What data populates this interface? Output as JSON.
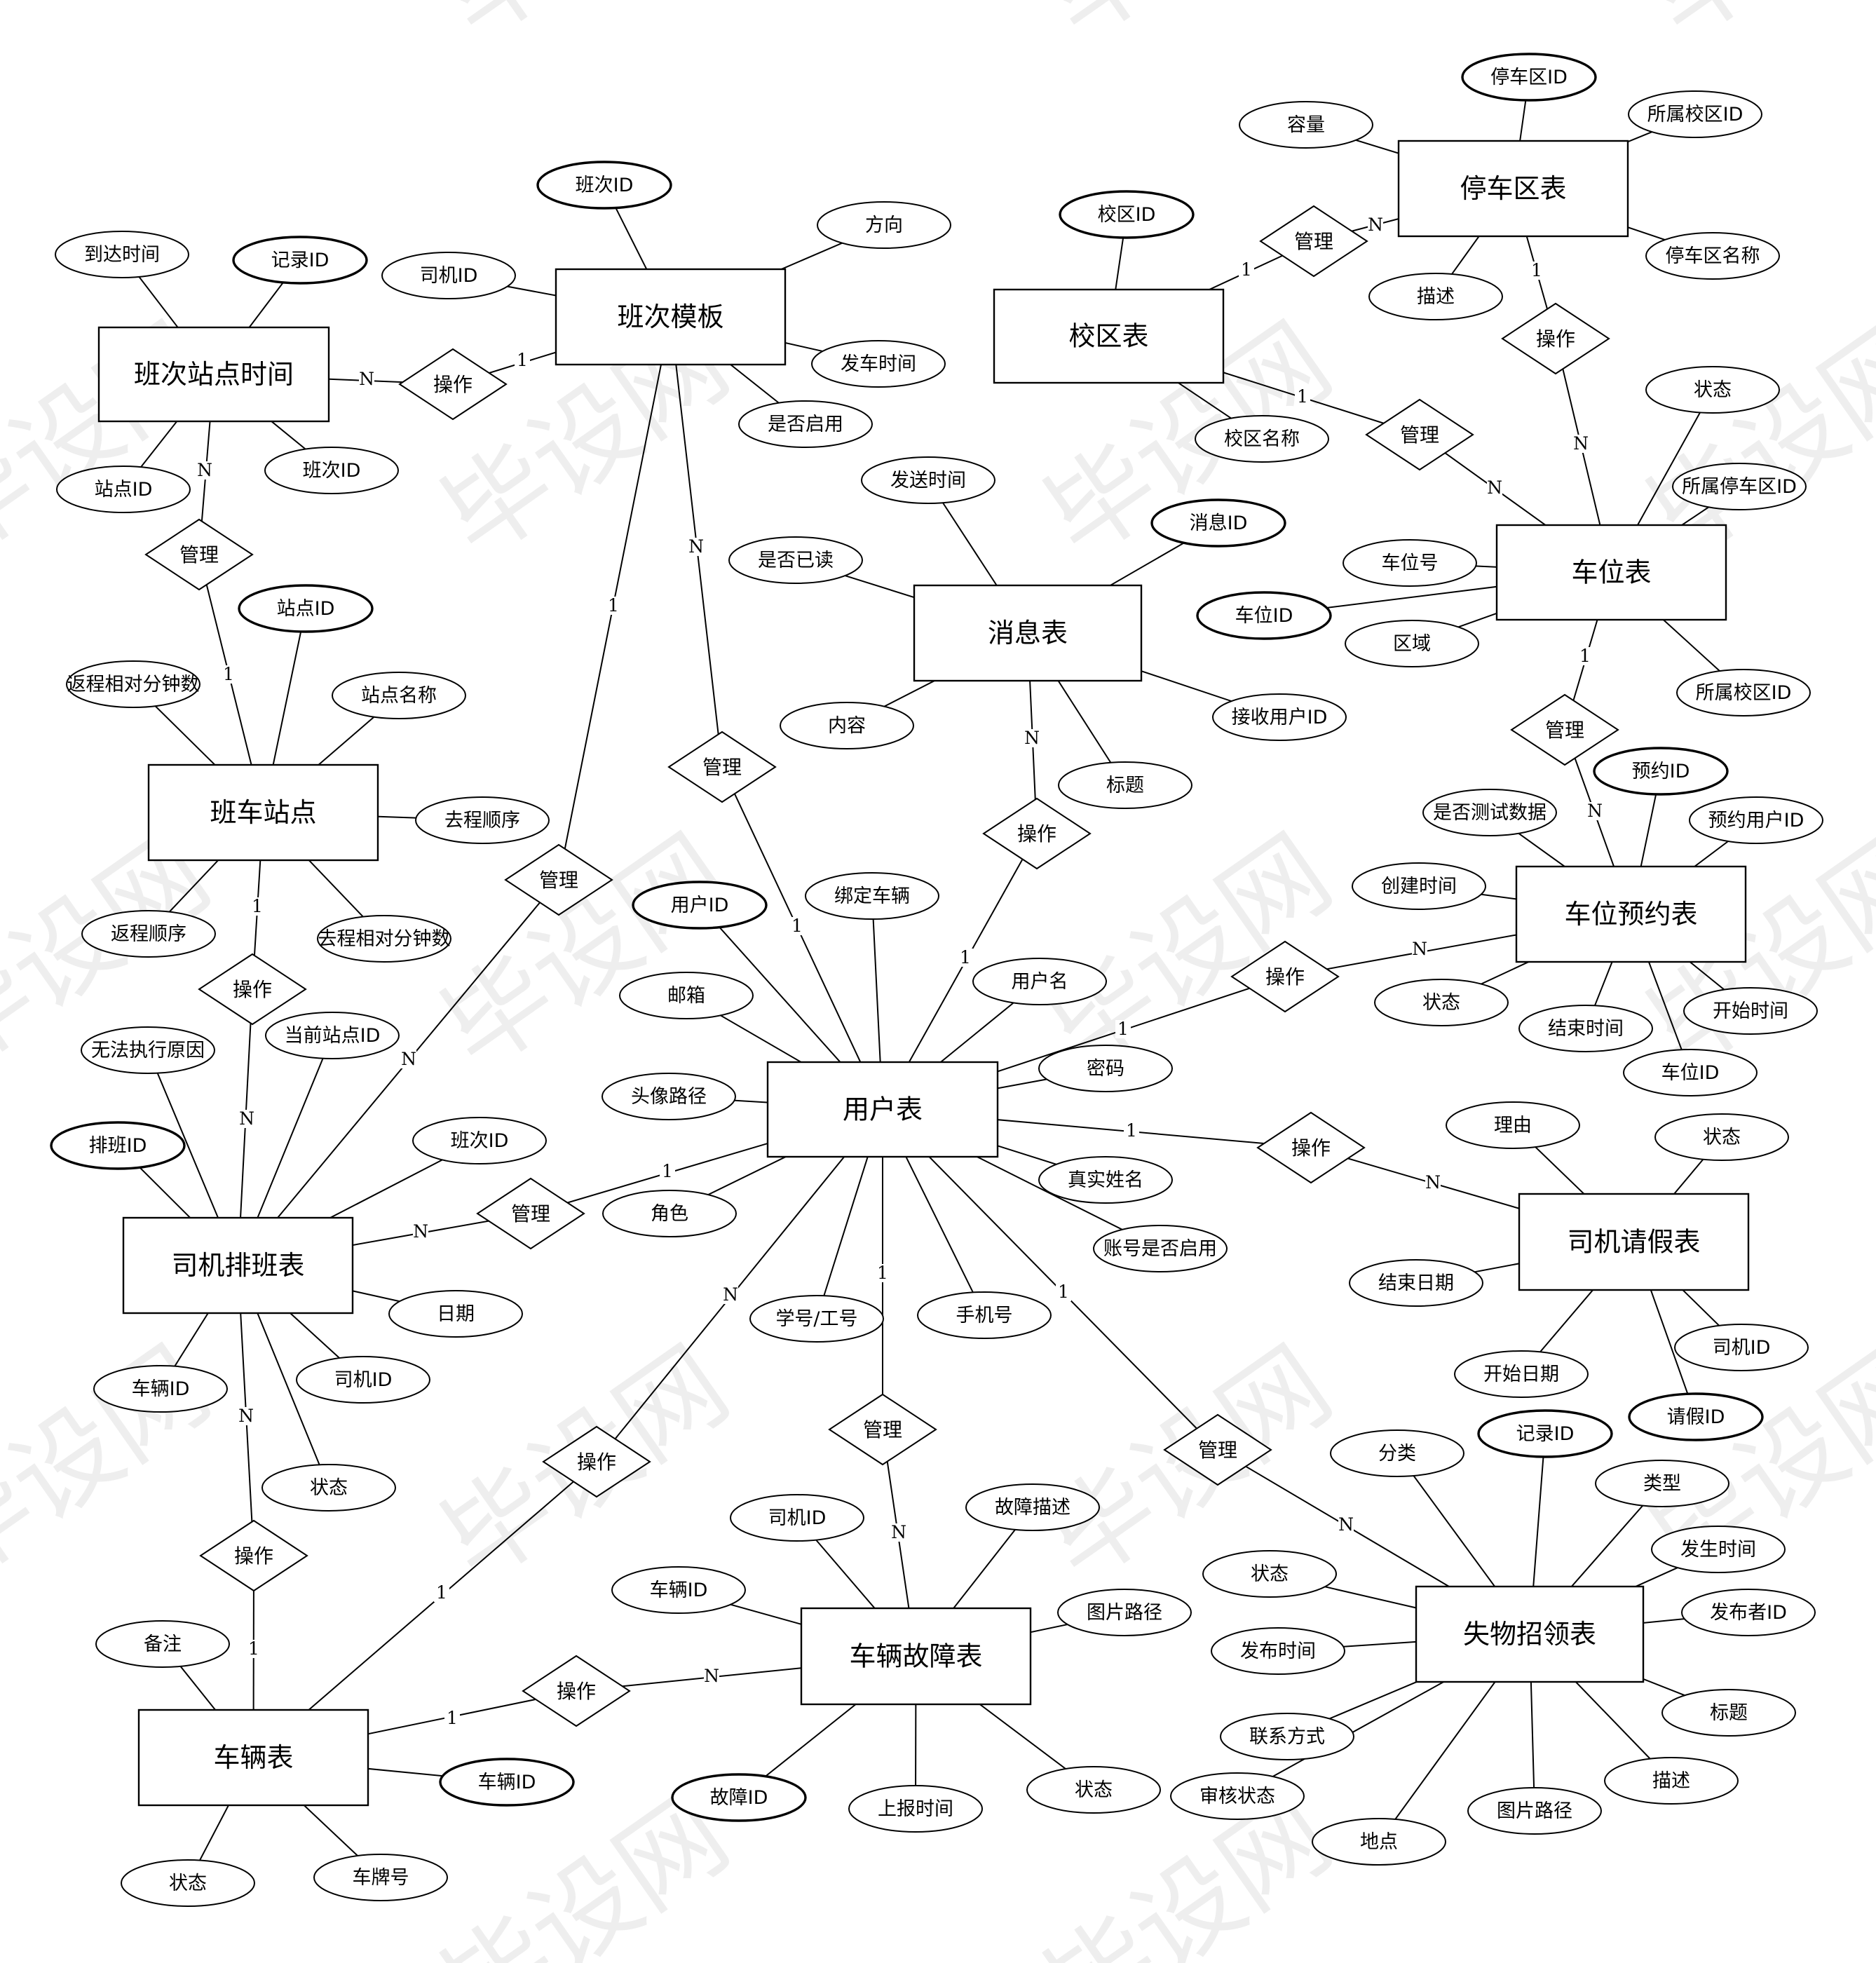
{
  "watermark": {
    "text": "毕设网"
  },
  "entities": [
    {
      "id": "campus",
      "label": "校区表"
    },
    {
      "id": "parking_area",
      "label": "停车区表"
    },
    {
      "id": "spot",
      "label": "车位表"
    },
    {
      "id": "reservation",
      "label": "车位预约表"
    },
    {
      "id": "leave",
      "label": "司机请假表"
    },
    {
      "id": "lostfound",
      "label": "失物招领表"
    },
    {
      "id": "fault",
      "label": "车辆故障表"
    },
    {
      "id": "vehicle",
      "label": "车辆表"
    },
    {
      "id": "schedule",
      "label": "司机排班表"
    },
    {
      "id": "station",
      "label": "班车站点"
    },
    {
      "id": "trip_time",
      "label": "班次站点时间"
    },
    {
      "id": "template",
      "label": "班次模板"
    },
    {
      "id": "message",
      "label": "消息表"
    },
    {
      "id": "user",
      "label": "用户表"
    }
  ],
  "attributes": [
    {
      "id": "a_trip_tid",
      "label": "班次ID",
      "pk": true
    },
    {
      "id": "a_trip_dir",
      "label": "方向",
      "pk": false
    },
    {
      "id": "a_trip_driver",
      "label": "司机ID",
      "pk": false
    },
    {
      "id": "a_trip_depart",
      "label": "发车时间",
      "pk": false
    },
    {
      "id": "a_trip_enabled",
      "label": "是否启用",
      "pk": false
    },
    {
      "id": "a_tt_arrive",
      "label": "到达时间",
      "pk": false
    },
    {
      "id": "a_tt_rid",
      "label": "记录ID",
      "pk": true
    },
    {
      "id": "a_tt_station",
      "label": "站点ID",
      "pk": false
    },
    {
      "id": "a_tt_trip",
      "label": "班次ID",
      "pk": false
    },
    {
      "id": "a_st_id",
      "label": "站点ID",
      "pk": true
    },
    {
      "id": "a_st_ret_min",
      "label": "返程相对分钟数",
      "pk": false
    },
    {
      "id": "a_st_name",
      "label": "站点名称",
      "pk": false
    },
    {
      "id": "a_st_go_order",
      "label": "去程顺序",
      "pk": false
    },
    {
      "id": "a_st_ret_order",
      "label": "返程顺序",
      "pk": false
    },
    {
      "id": "a_st_go_min",
      "label": "去程相对分钟数",
      "pk": false
    },
    {
      "id": "a_sc_reason",
      "label": "无法执行原因",
      "pk": false
    },
    {
      "id": "a_sc_cur_station",
      "label": "当前站点ID",
      "pk": false
    },
    {
      "id": "a_sc_id",
      "label": "排班ID",
      "pk": true
    },
    {
      "id": "a_sc_trip",
      "label": "班次ID",
      "pk": false
    },
    {
      "id": "a_sc_date",
      "label": "日期",
      "pk": false
    },
    {
      "id": "a_sc_vehicle",
      "label": "车辆ID",
      "pk": false
    },
    {
      "id": "a_sc_driver",
      "label": "司机ID",
      "pk": false
    },
    {
      "id": "a_sc_status",
      "label": "状态",
      "pk": false
    },
    {
      "id": "a_v_note",
      "label": "备注",
      "pk": false
    },
    {
      "id": "a_v_id",
      "label": "车辆ID",
      "pk": true
    },
    {
      "id": "a_v_status",
      "label": "状态",
      "pk": false
    },
    {
      "id": "a_v_plate",
      "label": "车牌号",
      "pk": false
    },
    {
      "id": "a_f_driver",
      "label": "司机ID",
      "pk": false
    },
    {
      "id": "a_f_desc",
      "label": "故障描述",
      "pk": false
    },
    {
      "id": "a_f_vehicle",
      "label": "车辆ID",
      "pk": false
    },
    {
      "id": "a_f_img",
      "label": "图片路径",
      "pk": false
    },
    {
      "id": "a_f_id",
      "label": "故障ID",
      "pk": true
    },
    {
      "id": "a_f_time",
      "label": "上报时间",
      "pk": false
    },
    {
      "id": "a_f_status",
      "label": "状态",
      "pk": false
    },
    {
      "id": "a_u_id",
      "label": "用户ID",
      "pk": true
    },
    {
      "id": "a_u_bind",
      "label": "绑定车辆",
      "pk": false
    },
    {
      "id": "a_u_email",
      "label": "邮箱",
      "pk": false
    },
    {
      "id": "a_u_name",
      "label": "用户名",
      "pk": false
    },
    {
      "id": "a_u_avatar",
      "label": "头像路径",
      "pk": false
    },
    {
      "id": "a_u_pwd",
      "label": "密码",
      "pk": false
    },
    {
      "id": "a_u_realname",
      "label": "真实姓名",
      "pk": false
    },
    {
      "id": "a_u_role",
      "label": "角色",
      "pk": false
    },
    {
      "id": "a_u_enabled",
      "label": "账号是否启用",
      "pk": false
    },
    {
      "id": "a_u_sno",
      "label": "学号/工号",
      "pk": false
    },
    {
      "id": "a_u_phone",
      "label": "手机号",
      "pk": false
    },
    {
      "id": "a_m_send",
      "label": "发送时间",
      "pk": false
    },
    {
      "id": "a_m_id",
      "label": "消息ID",
      "pk": true
    },
    {
      "id": "a_m_read",
      "label": "是否已读",
      "pk": false
    },
    {
      "id": "a_m_content",
      "label": "内容",
      "pk": false
    },
    {
      "id": "a_m_recv",
      "label": "接收用户ID",
      "pk": false
    },
    {
      "id": "a_m_title",
      "label": "标题",
      "pk": false
    },
    {
      "id": "a_c_id",
      "label": "校区ID",
      "pk": true
    },
    {
      "id": "a_c_name",
      "label": "校区名称",
      "pk": false
    },
    {
      "id": "a_pa_id",
      "label": "停车区ID",
      "pk": true
    },
    {
      "id": "a_pa_cap",
      "label": "容量",
      "pk": false
    },
    {
      "id": "a_pa_campus",
      "label": "所属校区ID",
      "pk": false
    },
    {
      "id": "a_pa_desc",
      "label": "描述",
      "pk": false
    },
    {
      "id": "a_pa_name",
      "label": "停车区名称",
      "pk": false
    },
    {
      "id": "a_sp_status",
      "label": "状态",
      "pk": false
    },
    {
      "id": "a_sp_area",
      "label": "所属停车区ID",
      "pk": false
    },
    {
      "id": "a_sp_no",
      "label": "车位号",
      "pk": false
    },
    {
      "id": "a_sp_id",
      "label": "车位ID",
      "pk": true
    },
    {
      "id": "a_sp_region",
      "label": "区域",
      "pk": false
    },
    {
      "id": "a_sp_campus",
      "label": "所属校区ID",
      "pk": false
    },
    {
      "id": "a_r_id",
      "label": "预约ID",
      "pk": true
    },
    {
      "id": "a_r_test",
      "label": "是否测试数据",
      "pk": false
    },
    {
      "id": "a_r_user",
      "label": "预约用户ID",
      "pk": false
    },
    {
      "id": "a_r_created",
      "label": "创建时间",
      "pk": false
    },
    {
      "id": "a_r_status",
      "label": "状态",
      "pk": false
    },
    {
      "id": "a_r_start",
      "label": "开始时间",
      "pk": false
    },
    {
      "id": "a_r_end",
      "label": "结束时间",
      "pk": false
    },
    {
      "id": "a_r_spot",
      "label": "车位ID",
      "pk": false
    },
    {
      "id": "a_l_reason",
      "label": "理由",
      "pk": false
    },
    {
      "id": "a_l_status",
      "label": "状态",
      "pk": false
    },
    {
      "id": "a_l_end",
      "label": "结束日期",
      "pk": false
    },
    {
      "id": "a_l_driver",
      "label": "司机ID",
      "pk": false
    },
    {
      "id": "a_l_start",
      "label": "开始日期",
      "pk": false
    },
    {
      "id": "a_l_id",
      "label": "请假ID",
      "pk": true
    },
    {
      "id": "a_lf_cat",
      "label": "分类",
      "pk": false
    },
    {
      "id": "a_lf_rid",
      "label": "记录ID",
      "pk": true
    },
    {
      "id": "a_lf_type",
      "label": "类型",
      "pk": false
    },
    {
      "id": "a_lf_status",
      "label": "状态",
      "pk": false
    },
    {
      "id": "a_lf_time",
      "label": "发生时间",
      "pk": false
    },
    {
      "id": "a_lf_publisher",
      "label": "发布者ID",
      "pk": false
    },
    {
      "id": "a_lf_pubtime",
      "label": "发布时间",
      "pk": false
    },
    {
      "id": "a_lf_title",
      "label": "标题",
      "pk": false
    },
    {
      "id": "a_lf_contact",
      "label": "联系方式",
      "pk": false
    },
    {
      "id": "a_lf_desc",
      "label": "描述",
      "pk": false
    },
    {
      "id": "a_lf_audit",
      "label": "审核状态",
      "pk": false
    },
    {
      "id": "a_lf_img",
      "label": "图片路径",
      "pk": false
    },
    {
      "id": "a_lf_place",
      "label": "地点",
      "pk": false
    }
  ],
  "relationships": [
    {
      "id": "r_trip_tt",
      "label": "操作",
      "a": "template",
      "a_card": "1",
      "b": "trip_time",
      "b_card": "N"
    },
    {
      "id": "r_tt_station",
      "label": "管理",
      "a": "station",
      "a_card": "1",
      "b": "trip_time",
      "b_card": "N"
    },
    {
      "id": "r_station_sched",
      "label": "操作",
      "a": "station",
      "a_card": "1",
      "b": "schedule",
      "b_card": "N"
    },
    {
      "id": "r_trip_sched",
      "label": "管理",
      "a": "template",
      "a_card": "1",
      "b": "schedule",
      "b_card": "N"
    },
    {
      "id": "r_user_trip",
      "label": "管理",
      "a": "user",
      "a_card": "1",
      "b": "template",
      "b_card": "N"
    },
    {
      "id": "r_user_sched",
      "label": "管理",
      "a": "user",
      "a_card": "1",
      "b": "schedule",
      "b_card": "N"
    },
    {
      "id": "r_sched_vehicle",
      "label": "操作",
      "a": "vehicle",
      "a_card": "1",
      "b": "schedule",
      "b_card": "N"
    },
    {
      "id": "r_user_vehicle",
      "label": "操作",
      "a": "vehicle",
      "a_card": "1",
      "b": "user",
      "b_card": "N"
    },
    {
      "id": "r_vehicle_fault",
      "label": "操作",
      "a": "vehicle",
      "a_card": "1",
      "b": "fault",
      "b_card": "N"
    },
    {
      "id": "r_user_fault",
      "label": "管理",
      "a": "user",
      "a_card": "1",
      "b": "fault",
      "b_card": "N"
    },
    {
      "id": "r_user_lf",
      "label": "管理",
      "a": "user",
      "a_card": "1",
      "b": "lostfound",
      "b_card": "N"
    },
    {
      "id": "r_user_leave",
      "label": "操作",
      "a": "user",
      "a_card": "1",
      "b": "leave",
      "b_card": "N"
    },
    {
      "id": "r_user_res",
      "label": "操作",
      "a": "user",
      "a_card": "1",
      "b": "reservation",
      "b_card": "N"
    },
    {
      "id": "r_user_msg",
      "label": "操作",
      "a": "user",
      "a_card": "1",
      "b": "message",
      "b_card": "N"
    },
    {
      "id": "r_spot_res",
      "label": "管理",
      "a": "spot",
      "a_card": "1",
      "b": "reservation",
      "b_card": "N"
    },
    {
      "id": "r_area_spot",
      "label": "操作",
      "a": "parking_area",
      "a_card": "1",
      "b": "spot",
      "b_card": "N"
    },
    {
      "id": "r_campus_area",
      "label": "管理",
      "a": "campus",
      "a_card": "1",
      "b": "parking_area",
      "b_card": "N"
    },
    {
      "id": "r_campus_spot",
      "label": "管理",
      "a": "campus",
      "a_card": "1",
      "b": "spot",
      "b_card": "N"
    }
  ]
}
